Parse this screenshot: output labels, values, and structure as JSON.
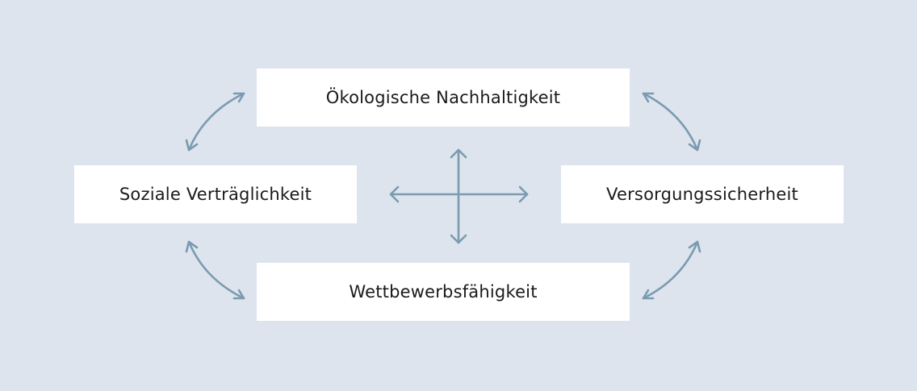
{
  "diagram": {
    "nodes": {
      "top": "Ökologische Nachhaltigkeit",
      "left": "Soziale Verträglichkeit",
      "right": "Versorgungssicherheit",
      "bottom": "Wettbewerbsfähigkeit"
    },
    "connections": [
      {
        "from": "left",
        "to": "top",
        "type": "bidirectional"
      },
      {
        "from": "top",
        "to": "right",
        "type": "bidirectional"
      },
      {
        "from": "right",
        "to": "bottom",
        "type": "bidirectional"
      },
      {
        "from": "bottom",
        "to": "left",
        "type": "bidirectional"
      },
      {
        "from": "top",
        "to": "bottom",
        "type": "bidirectional"
      },
      {
        "from": "left",
        "to": "right",
        "type": "bidirectional"
      }
    ]
  },
  "colors": {
    "background": "#dde4ed",
    "box": "#ffffff",
    "text": "#1a1a1a",
    "arrow": "#7a9bb0"
  }
}
